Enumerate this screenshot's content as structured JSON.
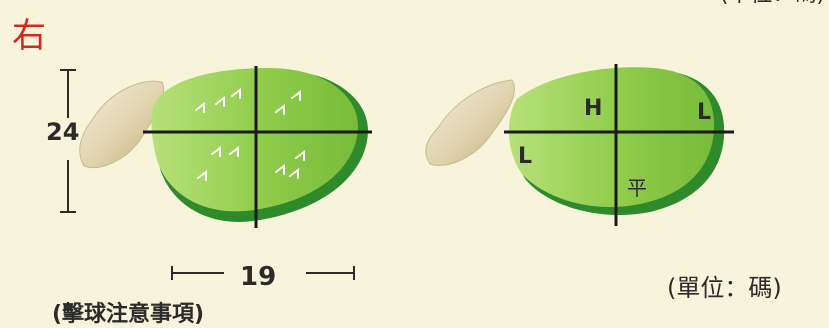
{
  "header": {
    "side_label": "右",
    "top_unit_fragment": "(單位：碼)"
  },
  "dimensions": {
    "height_value": "24",
    "width_value": "19"
  },
  "notes": {
    "hitting_note": "(擊球注意事項)",
    "unit_label": "(單位：碼)"
  },
  "right_green": {
    "zones": {
      "high": "H",
      "left_low": "L",
      "right_low": "L",
      "flat": "平"
    }
  },
  "colors": {
    "background": "#f8f4dc",
    "green_fill": "#8fcc4a",
    "green_rim": "#2f8a2c",
    "bunker_fill": "#e6ddbd",
    "label_red": "#d6281f"
  },
  "icons": [
    "slope-arrow-icon"
  ]
}
